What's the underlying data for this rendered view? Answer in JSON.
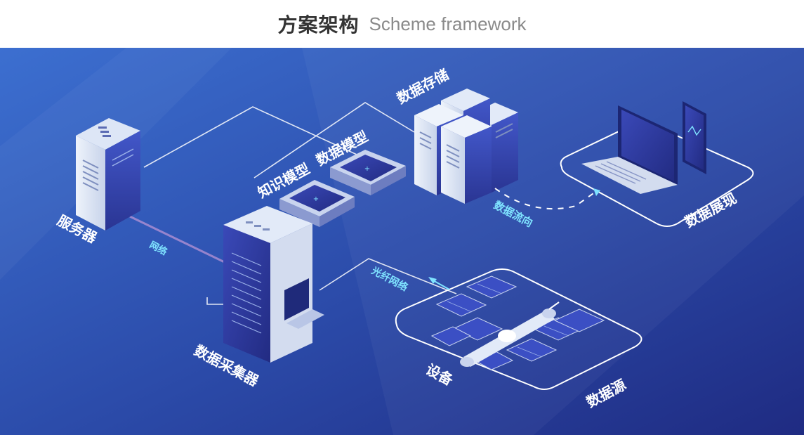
{
  "header": {
    "title_cn": "方案架构",
    "title_en": "Scheme framework"
  },
  "labels": {
    "server": "服务器",
    "network": "网络",
    "knowledge_model": "知识模型",
    "data_model": "数据模型",
    "data_storage": "数据存储",
    "data_flow": "数据流向",
    "data_display": "数据展现",
    "data_collector": "数据采集器",
    "fiber_network": "光纤网络",
    "device": "设备",
    "data_source": "数据源"
  },
  "colors": {
    "background_dark": "#23348f",
    "background_light": "#3c6fd0",
    "accent_cyan": "#7fe3ff",
    "line_white": "#ffffff"
  }
}
